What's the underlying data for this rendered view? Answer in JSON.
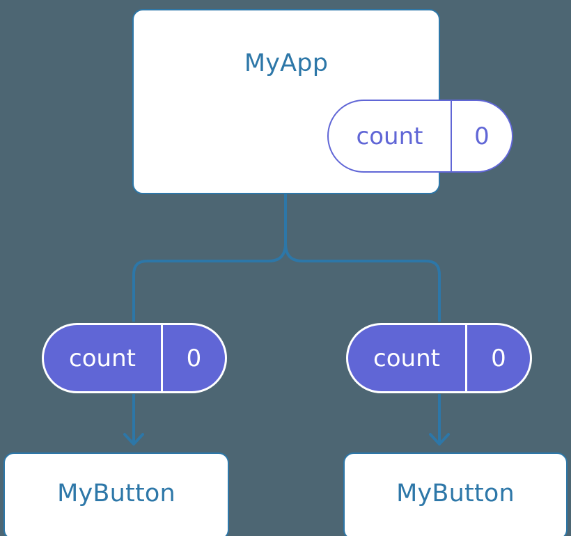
{
  "diagram": {
    "type": "component-state-tree",
    "background_color": "#4d6673",
    "accent_line_color": "#2d77a8",
    "state_color": "#6066d6",
    "card_fill_color": "#ffffff",
    "root": {
      "name": "MyApp",
      "state": {
        "key": "count",
        "value": "0"
      }
    },
    "branches": [
      {
        "side": "left",
        "state": {
          "key": "count",
          "value": "0"
        },
        "child": {
          "name": "MyButton"
        }
      },
      {
        "side": "right",
        "state": {
          "key": "count",
          "value": "0"
        },
        "child": {
          "name": "MyButton"
        }
      }
    ],
    "connectors": {
      "root_to_split": "vertical-line",
      "split": "tree-fork",
      "state_to_child": "arrow-down"
    }
  }
}
